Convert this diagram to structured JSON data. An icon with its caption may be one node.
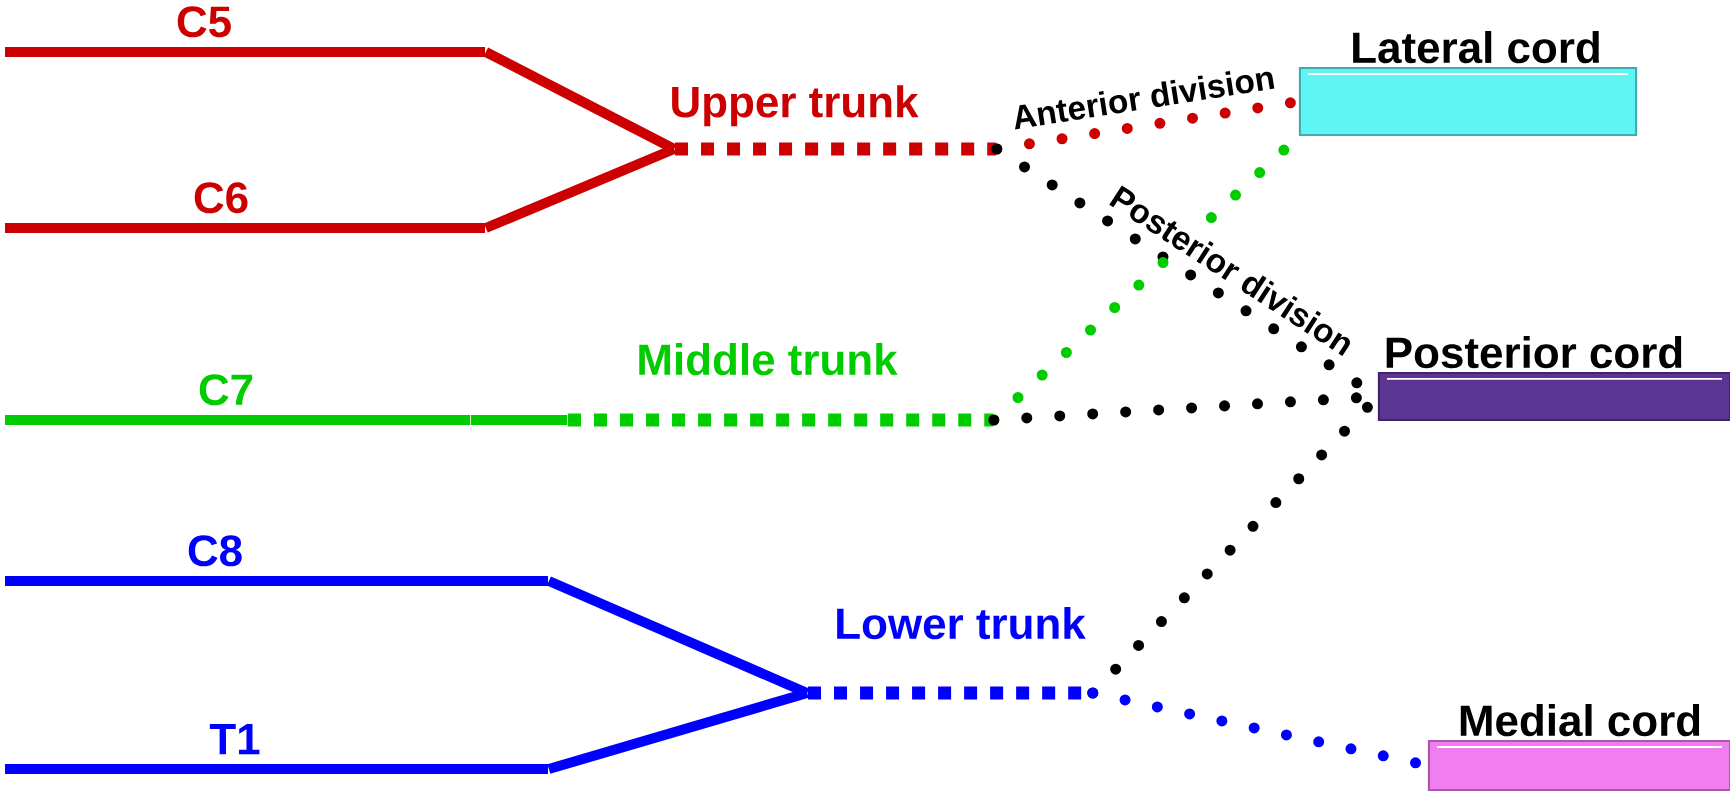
{
  "diagram": {
    "nodes": [
      {
        "text": [
          "C5"
        ]
      },
      {
        "text": [
          "C6"
        ]
      },
      {
        "text": [
          "C7"
        ]
      },
      {
        "text": [
          "C8"
        ]
      },
      {
        "text": [
          "T1"
        ]
      },
      {
        "text": [
          "Upper trunk"
        ]
      },
      {
        "text": [
          "Middle trunk"
        ]
      },
      {
        "text": [
          "Lower trunk"
        ]
      },
      {
        "text": [
          "Lateral cord"
        ]
      },
      {
        "text": [
          "Posterior cord"
        ]
      },
      {
        "text": [
          "Medial cord"
        ]
      }
    ],
    "edges": [
      {
        "from": 0,
        "to": 5,
        "arrow": "none",
        "color": "#cc0000"
      },
      {
        "from": 1,
        "to": 5,
        "arrow": "none",
        "color": "#cc0000"
      },
      {
        "from": 2,
        "to": 6,
        "arrow": "none",
        "color": "#00cc00"
      },
      {
        "from": 3,
        "to": 7,
        "arrow": "none",
        "color": "#0000ff"
      },
      {
        "from": 4,
        "to": 7,
        "arrow": "none",
        "color": "#0000ff"
      },
      {
        "from": 5,
        "to": 8,
        "arrow": "none",
        "style": "dashed",
        "color": "#cc0000",
        "label": "Anterior division"
      },
      {
        "from": 5,
        "to": 9,
        "arrow": "none",
        "style": "dashed",
        "color": "#000000",
        "label": "Posterior division"
      },
      {
        "from": 6,
        "to": 8,
        "arrow": "none",
        "style": "dashed",
        "color": "#00cc00"
      },
      {
        "from": 6,
        "to": 9,
        "arrow": "none",
        "style": "dashed",
        "color": "#000000"
      },
      {
        "from": 7,
        "to": 9,
        "arrow": "none",
        "style": "dashed",
        "color": "#000000"
      },
      {
        "from": 7,
        "to": 10,
        "arrow": "none",
        "style": "dashed",
        "color": "#0000ff"
      }
    ]
  }
}
